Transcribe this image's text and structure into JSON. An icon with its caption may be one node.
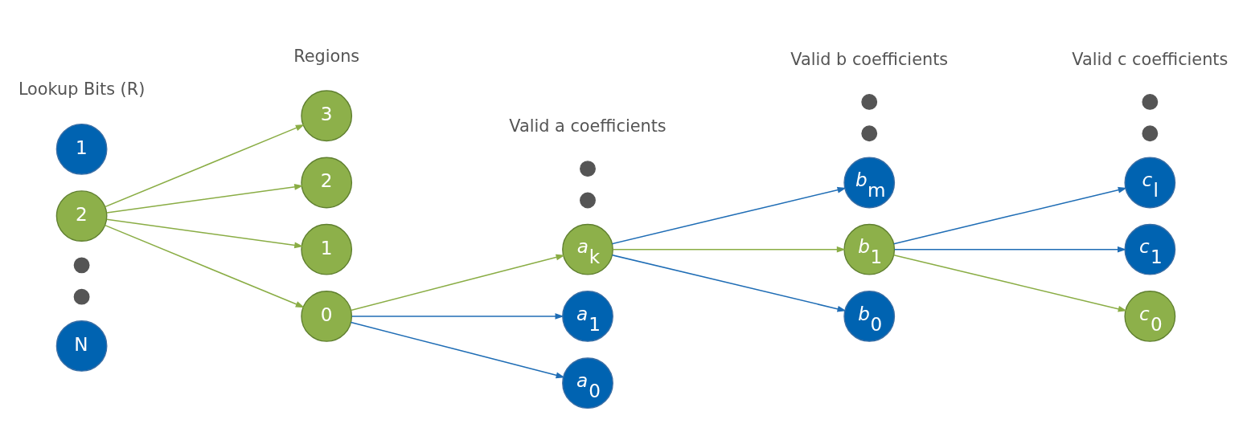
{
  "diagram": {
    "nodes": [
      {
        "text": [
          "N"
        ]
      },
      {
        "text": [],
        "shape": "circle"
      },
      {
        "text": [],
        "shape": "circle"
      },
      {
        "text": [
          "2"
        ]
      },
      {
        "text": [
          "1"
        ]
      },
      {
        "text": [
          "3"
        ]
      },
      {
        "text": [
          "2"
        ]
      },
      {
        "text": [
          "1"
        ]
      },
      {
        "text": [
          "0"
        ]
      },
      {
        "text": [
          "a$_{k}$"
        ]
      },
      {
        "text": [],
        "shape": "circle"
      },
      {
        "text": [],
        "shape": "circle"
      },
      {
        "text": [
          "a$_{1}$"
        ]
      },
      {
        "text": [
          "a$_{0}$"
        ]
      },
      {
        "text": [
          "b$_{m}$"
        ]
      },
      {
        "text": [],
        "shape": "circle"
      },
      {
        "text": [],
        "shape": "circle"
      },
      {
        "text": [
          "b$_{1}$"
        ]
      },
      {
        "text": [
          "b$_{0}$"
        ]
      },
      {
        "text": [
          "c$_{l}$"
        ]
      },
      {
        "text": [],
        "shape": "circle"
      },
      {
        "text": [],
        "shape": "circle"
      },
      {
        "text": [
          "c$_{1}$"
        ]
      },
      {
        "text": [
          "c$_{0}$"
        ]
      }
    ],
    "edges": [
      {
        "from": 3,
        "to": 5,
        "arrow": "to"
      },
      {
        "from": 3,
        "to": 6,
        "arrow": "to"
      },
      {
        "from": 3,
        "to": 7,
        "arrow": "to"
      },
      {
        "from": 3,
        "to": 8,
        "arrow": "to"
      },
      {
        "from": 8,
        "to": 9,
        "arrow": "to"
      },
      {
        "from": 8,
        "to": 12,
        "arrow": "to",
        "color": "#1f6db5"
      },
      {
        "from": 8,
        "to": 13,
        "arrow": "to",
        "color": "#1f6db5"
      },
      {
        "from": 9,
        "to": 14,
        "arrow": "to",
        "color": "#1f6db5"
      },
      {
        "from": 9,
        "to": 17,
        "arrow": "to"
      },
      {
        "from": 9,
        "to": 18,
        "arrow": "to",
        "color": "#1f6db5"
      },
      {
        "from": 17,
        "to": 19,
        "arrow": "to",
        "color": "#1f6db5"
      },
      {
        "from": 17,
        "to": 22,
        "arrow": "to",
        "color": "#1f6db5"
      },
      {
        "from": 17,
        "to": 23,
        "arrow": "to"
      }
    ],
    "labels": [
      "Lookup Bits (R)",
      "Regions",
      "Valid a coefficients",
      "Valid b coefficients",
      "Valid c coefficients"
    ]
  }
}
